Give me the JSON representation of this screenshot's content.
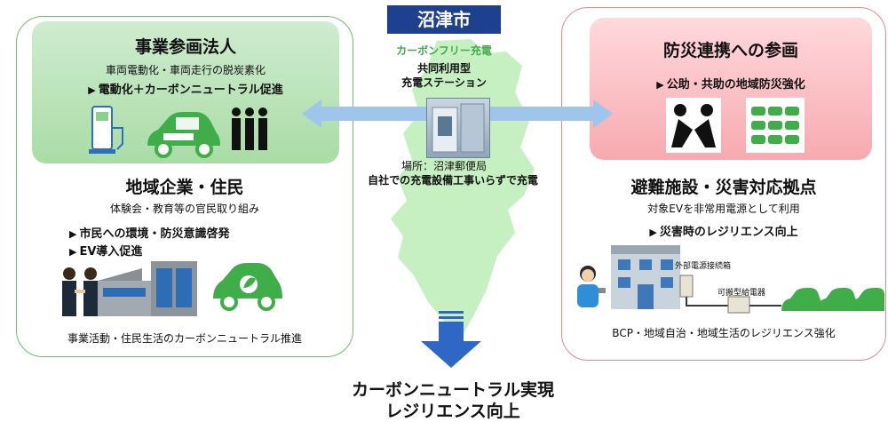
{
  "center": {
    "city": "沼津市",
    "carbon_free": "カーボンフリー充電",
    "station_line1": "共同利用型",
    "station_line2": "充電ステーション",
    "location": "場所：沼津郵便局",
    "no_work": "自社での充電設備工事いらずで充電"
  },
  "left": {
    "top_title": "事業参画法人",
    "top_line": "車両電動化・車両走行の脱炭素化",
    "top_bullet": "電動化＋カーボンニュートラル促進",
    "mid_title": "地域企業・住民",
    "mid_line": "体験会・教育等の官民取り組み",
    "bullet1": "市民への環境・防災意識啓発",
    "bullet2": "EV導入促進",
    "footer": "事業活動・住民生活のカーボンニュートラル推進"
  },
  "right": {
    "top_title": "防災連携への参画",
    "top_bullet": "公助・共助の地域防災強化",
    "mid_title": "避難施設・災害対応拠点",
    "mid_line": "対象EVを非常用電源として利用",
    "mid_bullet": "災害時のレジリエンス向上",
    "label_connector": "外部電源接続箱",
    "label_charger": "可搬型給電器",
    "footer": "BCP・地域自治・地域生活のレジリエンス強化"
  },
  "bottom": {
    "line1": "カーボンニュートラル実現",
    "line2": "レジリエンス向上"
  },
  "colors": {
    "green": "#3fae49",
    "navy": "#1f3f8f",
    "arrow_blue": "#9fc5ea",
    "down_arrow": "#2f67c4"
  }
}
